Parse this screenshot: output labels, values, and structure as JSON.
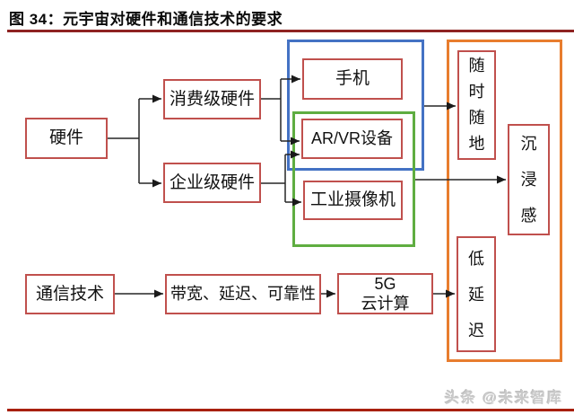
{
  "title": "图 34：元宇宙对硬件和通信技术的要求",
  "watermark": "头条 @未来智库",
  "colors": {
    "node_border": "#c0504d",
    "blue_group_frame": "#4472c4",
    "green_group_frame": "#5fad41",
    "orange_group_frame": "#e87d2e",
    "title_rule": "#8e2322",
    "bottom_rule": "#a8200f",
    "connector": "#262626"
  },
  "diagram": {
    "nodes": {
      "hardware": {
        "label": "硬件"
      },
      "consumer": {
        "label": "消费级硬件"
      },
      "enterprise": {
        "label": "企业级硬件"
      },
      "phone": {
        "label": "手机"
      },
      "arvr": {
        "label": "AR/VR设备"
      },
      "camera": {
        "label": "工业摄像机"
      },
      "anytime": {
        "label": "随时随地"
      },
      "immersion": {
        "label": "沉浸感"
      },
      "low_latency": {
        "label": "低延迟"
      },
      "comm_tech": {
        "label": "通信技术"
      },
      "bandwidth": {
        "label": "带宽、延迟、可靠性"
      },
      "fiveg": {
        "line1": "5G",
        "line2": "云计算"
      }
    },
    "edges": [
      {
        "from": "hardware",
        "to": "consumer"
      },
      {
        "from": "hardware",
        "to": "enterprise"
      },
      {
        "from": "consumer",
        "to": "phone"
      },
      {
        "from": "consumer",
        "to": "arvr"
      },
      {
        "from": "enterprise",
        "to": "arvr"
      },
      {
        "from": "enterprise",
        "to": "camera"
      },
      {
        "from": "blue-group (手机 + AR/VR设备)",
        "to": "anytime"
      },
      {
        "from": "green-group (AR/VR设备 + 工业摄像机)",
        "to": "immersion"
      },
      {
        "from": "comm_tech",
        "to": "bandwidth"
      },
      {
        "from": "bandwidth",
        "to": "fiveg"
      },
      {
        "from": "fiveg",
        "to": "low_latency"
      }
    ]
  }
}
